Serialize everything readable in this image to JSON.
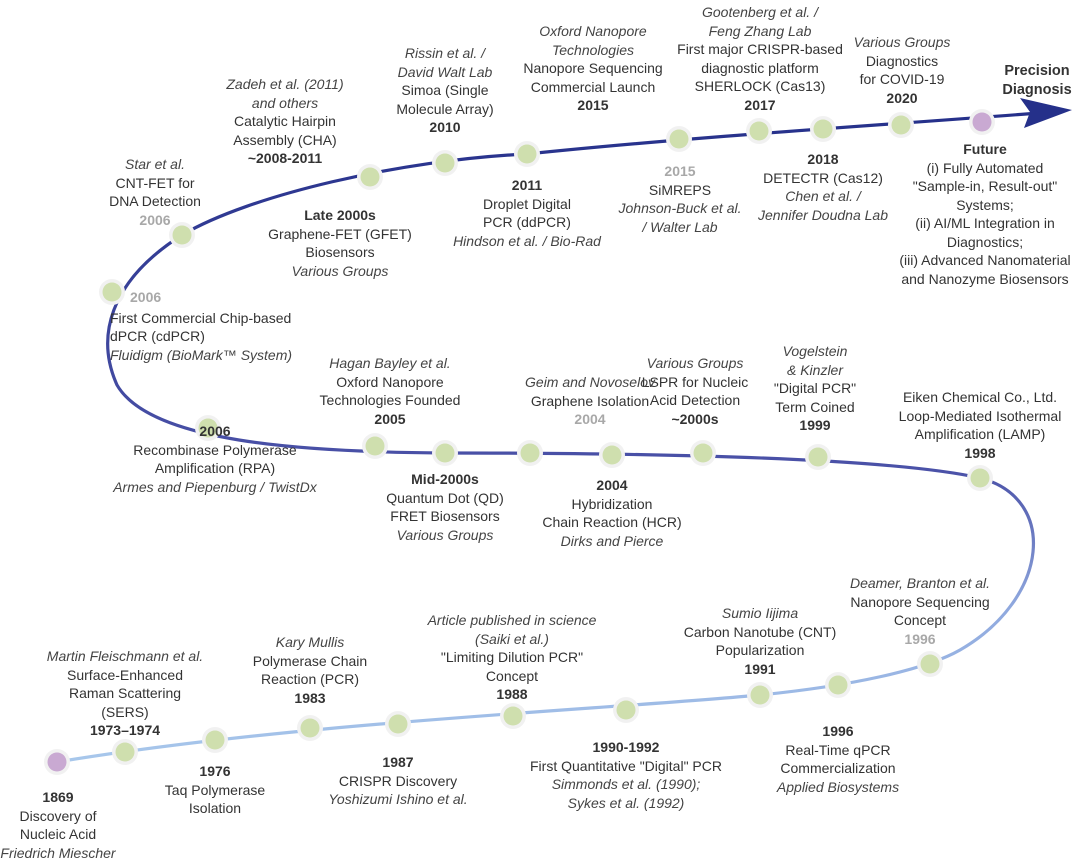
{
  "colors": {
    "node_green": "#cfdfae",
    "node_purple": "#c9a9d2",
    "track_light": "#a9c9ec",
    "track_dark": "#25308a"
  },
  "end_label": "Precision Diagnosis",
  "events": [
    {
      "id": "e1869",
      "node": "purple",
      "lines": [
        {
          "k": "year",
          "t": "1869"
        },
        {
          "k": "title",
          "t": "Discovery of"
        },
        {
          "k": "title",
          "t": "Nucleic Acid"
        },
        {
          "k": "author",
          "t": "Friedrich Miescher"
        }
      ]
    },
    {
      "id": "e1973",
      "node": "green",
      "lines": [
        {
          "k": "author",
          "t": "Martin Fleischmann et al."
        },
        {
          "k": "title",
          "t": "Surface-Enhanced"
        },
        {
          "k": "title",
          "t": "Raman Scattering"
        },
        {
          "k": "title",
          "t": "(SERS)"
        },
        {
          "k": "year",
          "t": "1973–1974"
        }
      ]
    },
    {
      "id": "e1976",
      "node": "green",
      "lines": [
        {
          "k": "year",
          "t": "1976"
        },
        {
          "k": "title",
          "t": "Taq Polymerase"
        },
        {
          "k": "title",
          "t": "Isolation"
        }
      ]
    },
    {
      "id": "e1983",
      "node": "green",
      "lines": [
        {
          "k": "author",
          "t": "Kary Mullis"
        },
        {
          "k": "title",
          "t": "Polymerase Chain"
        },
        {
          "k": "title",
          "t": "Reaction (PCR)"
        },
        {
          "k": "year",
          "t": "1983"
        }
      ]
    },
    {
      "id": "e1987",
      "node": "green",
      "lines": [
        {
          "k": "year",
          "t": "1987"
        },
        {
          "k": "title",
          "t": "CRISPR Discovery"
        },
        {
          "k": "author",
          "t": "Yoshizumi Ishino et al."
        }
      ]
    },
    {
      "id": "e1988",
      "node": "green",
      "lines": [
        {
          "k": "author",
          "t": "Article published in science"
        },
        {
          "k": "author",
          "t": "(Saiki et al.)"
        },
        {
          "k": "title",
          "t": "\"Limiting Dilution PCR\""
        },
        {
          "k": "title",
          "t": "Concept"
        },
        {
          "k": "year",
          "t": "1988"
        }
      ]
    },
    {
      "id": "e1990",
      "node": "green",
      "lines": [
        {
          "k": "year",
          "t": "1990-1992"
        },
        {
          "k": "title",
          "t": "First Quantitative \"Digital\" PCR"
        },
        {
          "k": "author",
          "t": "Simmonds et al. (1990);"
        },
        {
          "k": "author",
          "t": "Sykes et al. (1992)"
        }
      ]
    },
    {
      "id": "e1991",
      "node": "green",
      "lines": [
        {
          "k": "author",
          "t": "Sumio Iijima"
        },
        {
          "k": "title",
          "t": "Carbon Nanotube (CNT)"
        },
        {
          "k": "title",
          "t": "Popularization"
        },
        {
          "k": "year",
          "t": "1991"
        }
      ]
    },
    {
      "id": "e1996a",
      "node": "green",
      "lines": [
        {
          "k": "year",
          "t": "1996"
        },
        {
          "k": "title",
          "t": "Real-Time qPCR"
        },
        {
          "k": "title",
          "t": "Commercialization"
        },
        {
          "k": "author",
          "t": "Applied Biosystems"
        }
      ]
    },
    {
      "id": "e1996b",
      "node": "green",
      "lines": [
        {
          "k": "author",
          "t": "Deamer, Branton et al."
        },
        {
          "k": "title",
          "t": "Nanopore Sequencing"
        },
        {
          "k": "title",
          "t": "Concept"
        },
        {
          "k": "gray",
          "t": "1996"
        }
      ]
    },
    {
      "id": "e1998",
      "node": "green",
      "lines": [
        {
          "k": "title",
          "t": "Eiken Chemical Co., Ltd."
        },
        {
          "k": "title",
          "t": "Loop-Mediated Isothermal"
        },
        {
          "k": "title",
          "t": "Amplification (LAMP)"
        },
        {
          "k": "year",
          "t": "1998"
        }
      ]
    },
    {
      "id": "e1999",
      "node": "green",
      "lines": [
        {
          "k": "author",
          "t": "Vogelstein"
        },
        {
          "k": "author",
          "t": "& Kinzler"
        },
        {
          "k": "title",
          "t": "\"Digital PCR\""
        },
        {
          "k": "title",
          "t": "Term Coined"
        },
        {
          "k": "year",
          "t": "1999"
        }
      ]
    },
    {
      "id": "e2000s",
      "node": "green",
      "lines": [
        {
          "k": "author",
          "t": "Various Groups"
        },
        {
          "k": "title",
          "t": "LSPR for Nucleic"
        },
        {
          "k": "title",
          "t": "Acid Detection"
        },
        {
          "k": "year",
          "t": "~2000s"
        }
      ]
    },
    {
      "id": "e2004a",
      "node": "green",
      "lines": [
        {
          "k": "year",
          "t": "2004"
        },
        {
          "k": "title",
          "t": "Hybridization"
        },
        {
          "k": "title",
          "t": "Chain Reaction (HCR)"
        },
        {
          "k": "author",
          "t": "Dirks and Pierce"
        }
      ]
    },
    {
      "id": "e2004b",
      "node": "green",
      "lines": [
        {
          "k": "author",
          "t": "Geim and Novoselov"
        },
        {
          "k": "title",
          "t": "Graphene Isolation"
        },
        {
          "k": "gray",
          "t": "2004"
        }
      ]
    },
    {
      "id": "emid2000s",
      "node": "green",
      "lines": [
        {
          "k": "year",
          "t": "Mid-2000s"
        },
        {
          "k": "title",
          "t": "Quantum Dot (QD)"
        },
        {
          "k": "title",
          "t": "FRET Biosensors"
        },
        {
          "k": "author",
          "t": "Various Groups"
        }
      ]
    },
    {
      "id": "e2005",
      "node": "green",
      "lines": [
        {
          "k": "author",
          "t": "Hagan Bayley et al."
        },
        {
          "k": "title",
          "t": "Oxford Nanopore"
        },
        {
          "k": "title",
          "t": "Technologies Founded"
        },
        {
          "k": "year",
          "t": "2005"
        }
      ]
    },
    {
      "id": "e2006a",
      "node": "green",
      "lines": [
        {
          "k": "year",
          "t": "2006"
        },
        {
          "k": "title",
          "t": "Recombinase Polymerase"
        },
        {
          "k": "title",
          "t": "Amplification (RPA)"
        },
        {
          "k": "author",
          "t": "Armes and Piepenburg / TwistDx"
        }
      ]
    },
    {
      "id": "e2006b",
      "node": "green",
      "lines": [
        {
          "k": "gray",
          "t": "2006"
        },
        {
          "k": "title",
          "t": "First Commercial Chip-based"
        },
        {
          "k": "title",
          "t": "dPCR (cdPCR)"
        },
        {
          "k": "author",
          "t": "Fluidigm (BioMark™ System)"
        }
      ]
    },
    {
      "id": "e2006c",
      "node": "green",
      "lines": [
        {
          "k": "author",
          "t": "Star et al."
        },
        {
          "k": "title",
          "t": "CNT-FET for"
        },
        {
          "k": "title",
          "t": "DNA Detection"
        },
        {
          "k": "gray",
          "t": "2006"
        }
      ]
    },
    {
      "id": "elate2000s",
      "node": "green",
      "lines": [
        {
          "k": "year",
          "t": "Late 2000s"
        },
        {
          "k": "title",
          "t": "Graphene-FET (GFET)"
        },
        {
          "k": "title",
          "t": "Biosensors"
        },
        {
          "k": "author",
          "t": "Various Groups"
        }
      ]
    },
    {
      "id": "e2008",
      "node": "green",
      "lines": [
        {
          "k": "author",
          "t": "Zadeh et al. (2011)"
        },
        {
          "k": "author",
          "t": "and others"
        },
        {
          "k": "title",
          "t": "Catalytic Hairpin"
        },
        {
          "k": "title",
          "t": "Assembly (CHA)"
        },
        {
          "k": "year",
          "t": "~2008-2011"
        }
      ]
    },
    {
      "id": "e2010",
      "node": "green",
      "lines": [
        {
          "k": "author",
          "t": "Rissin et al. /"
        },
        {
          "k": "author",
          "t": "David Walt Lab"
        },
        {
          "k": "title",
          "t": "Simoa (Single"
        },
        {
          "k": "title",
          "t": "Molecule Array)"
        },
        {
          "k": "year",
          "t": "2010"
        }
      ]
    },
    {
      "id": "e2011",
      "node": "green",
      "lines": [
        {
          "k": "year",
          "t": "2011"
        },
        {
          "k": "title",
          "t": "Droplet Digital"
        },
        {
          "k": "title",
          "t": "PCR (ddPCR)"
        },
        {
          "k": "author",
          "t": "Hindson et al. / Bio-Rad"
        }
      ]
    },
    {
      "id": "e2015a",
      "node": "green",
      "lines": [
        {
          "k": "author",
          "t": "Oxford Nanopore"
        },
        {
          "k": "author",
          "t": "Technologies"
        },
        {
          "k": "title",
          "t": "Nanopore Sequencing"
        },
        {
          "k": "title",
          "t": "Commercial Launch"
        },
        {
          "k": "year",
          "t": "2015"
        }
      ]
    },
    {
      "id": "e2015b",
      "node": "green",
      "lines": [
        {
          "k": "gray",
          "t": "2015"
        },
        {
          "k": "title",
          "t": "SiMREPS"
        },
        {
          "k": "author",
          "t": "Johnson-Buck et al."
        },
        {
          "k": "author",
          "t": "/ Walter Lab"
        }
      ]
    },
    {
      "id": "e2017",
      "node": "green",
      "lines": [
        {
          "k": "author",
          "t": "Gootenberg et al. /"
        },
        {
          "k": "author",
          "t": "Feng Zhang Lab"
        },
        {
          "k": "title",
          "t": "First major CRISPR-based"
        },
        {
          "k": "title",
          "t": "diagnostic platform"
        },
        {
          "k": "title",
          "t": "SHERLOCK (Cas13)"
        },
        {
          "k": "year",
          "t": "2017"
        }
      ]
    },
    {
      "id": "e2018",
      "node": "green",
      "lines": [
        {
          "k": "year",
          "t": "2018"
        },
        {
          "k": "title",
          "t": "DETECTR (Cas12)"
        },
        {
          "k": "author",
          "t": "Chen et al. /"
        },
        {
          "k": "author",
          "t": "Jennifer Doudna Lab"
        }
      ]
    },
    {
      "id": "e2020",
      "node": "green",
      "lines": [
        {
          "k": "author",
          "t": "Various Groups"
        },
        {
          "k": "title",
          "t": "Diagnostics"
        },
        {
          "k": "title",
          "t": "for COVID-19"
        },
        {
          "k": "year",
          "t": "2020"
        }
      ]
    },
    {
      "id": "efuture",
      "node": "purple",
      "lines": [
        {
          "k": "year",
          "t": "Future"
        },
        {
          "k": "title",
          "t": "(i) Fully Automated"
        },
        {
          "k": "title",
          "t": "\"Sample-in, Result-out\""
        },
        {
          "k": "title",
          "t": "Systems;"
        },
        {
          "k": "title",
          "t": "(ii) AI/ML Integration in"
        },
        {
          "k": "title",
          "t": "Diagnostics;"
        },
        {
          "k": "title",
          "t": "(iii) Advanced Nanomaterial"
        },
        {
          "k": "title",
          "t": "and Nanozyme Biosensors"
        }
      ]
    }
  ]
}
